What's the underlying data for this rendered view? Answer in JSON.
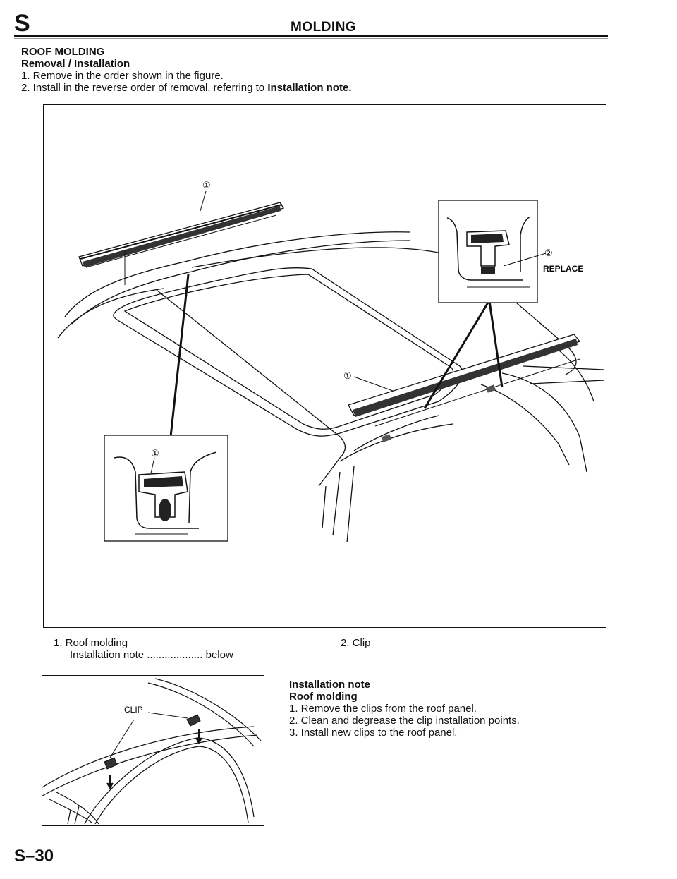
{
  "header": {
    "section_letter": "S",
    "title": "MOLDING"
  },
  "intro": {
    "heading": "ROOF MOLDING",
    "subheading": "Removal / Installation",
    "step1": "1. Remove in the order shown in the figure.",
    "step2_prefix": "2. Install in the reverse order of removal, referring to ",
    "step2_bold": "Installation note."
  },
  "figure": {
    "callout_1a": "①",
    "callout_1b": "①",
    "callout_1c": "①",
    "callout_2": "②",
    "replace_label": "REPLACE"
  },
  "legend": {
    "item1": "1. Roof molding",
    "item1_note": "Installation note",
    "item1_leader": "...................",
    "item1_ref": "below",
    "item2": "2. Clip"
  },
  "figure2": {
    "clip_label": "CLIP"
  },
  "installation_note": {
    "heading": "Installation note",
    "subheading": "Roof molding",
    "steps": [
      "1. Remove the clips from the roof panel.",
      "2. Clean and degrease the clip installation points.",
      "3. Install new clips to the roof panel."
    ]
  },
  "page_number": "S–30"
}
